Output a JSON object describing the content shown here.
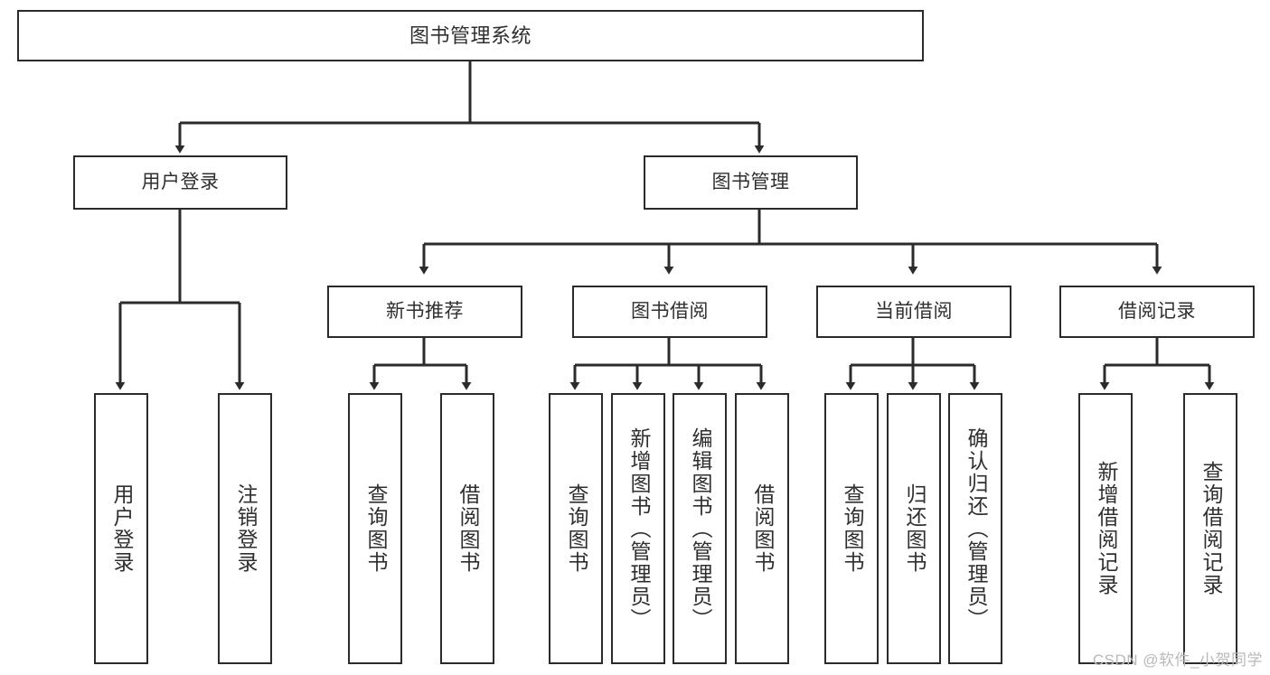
{
  "diagram": {
    "type": "tree",
    "title": "图书管理系统",
    "colors": {
      "node_border": "#2b2b2b",
      "node_fill": "#ffffff",
      "edge": "#2b2b2b",
      "text": "#2f2f2f",
      "watermark": "#b9b9b9",
      "background": "#ffffff"
    },
    "watermark": "CSDN @软件_小贺同学",
    "nodes": {
      "root": {
        "label": "图书管理系统"
      },
      "level1": [
        {
          "id": "user-login",
          "label": "用户登录"
        },
        {
          "id": "book-manage",
          "label": "图书管理"
        }
      ],
      "level2": [
        {
          "id": "new-book-recommend",
          "label": "新书推荐"
        },
        {
          "id": "book-borrow",
          "label": "图书借阅"
        },
        {
          "id": "current-borrow",
          "label": "当前借阅"
        },
        {
          "id": "borrow-record",
          "label": "借阅记录"
        }
      ],
      "leaves": {
        "user_login": [
          {
            "id": "leaf-user-login",
            "label": "用户登录"
          },
          {
            "id": "leaf-logout-login",
            "label": "注销登录"
          }
        ],
        "new_book_recommend": [
          {
            "id": "leaf-query-book-1",
            "label": "查询图书"
          },
          {
            "id": "leaf-borrow-book-1",
            "label": "借阅图书"
          }
        ],
        "book_borrow": [
          {
            "id": "leaf-query-book-2",
            "label": "查询图书"
          },
          {
            "id": "leaf-add-book-admin",
            "label": "新增图书（管理员）"
          },
          {
            "id": "leaf-edit-book-admin",
            "label": "编辑图书（管理员）"
          },
          {
            "id": "leaf-borrow-book-2",
            "label": "借阅图书"
          }
        ],
        "current_borrow": [
          {
            "id": "leaf-query-book-3",
            "label": "查询图书"
          },
          {
            "id": "leaf-return-book",
            "label": "归还图书"
          },
          {
            "id": "leaf-confirm-return-admin",
            "label": "确认归还（管理员）"
          }
        ],
        "borrow_record": [
          {
            "id": "leaf-add-borrow-record",
            "label": "新增借阅记录"
          },
          {
            "id": "leaf-query-borrow-record",
            "label": "查询借阅记录"
          }
        ]
      }
    }
  }
}
